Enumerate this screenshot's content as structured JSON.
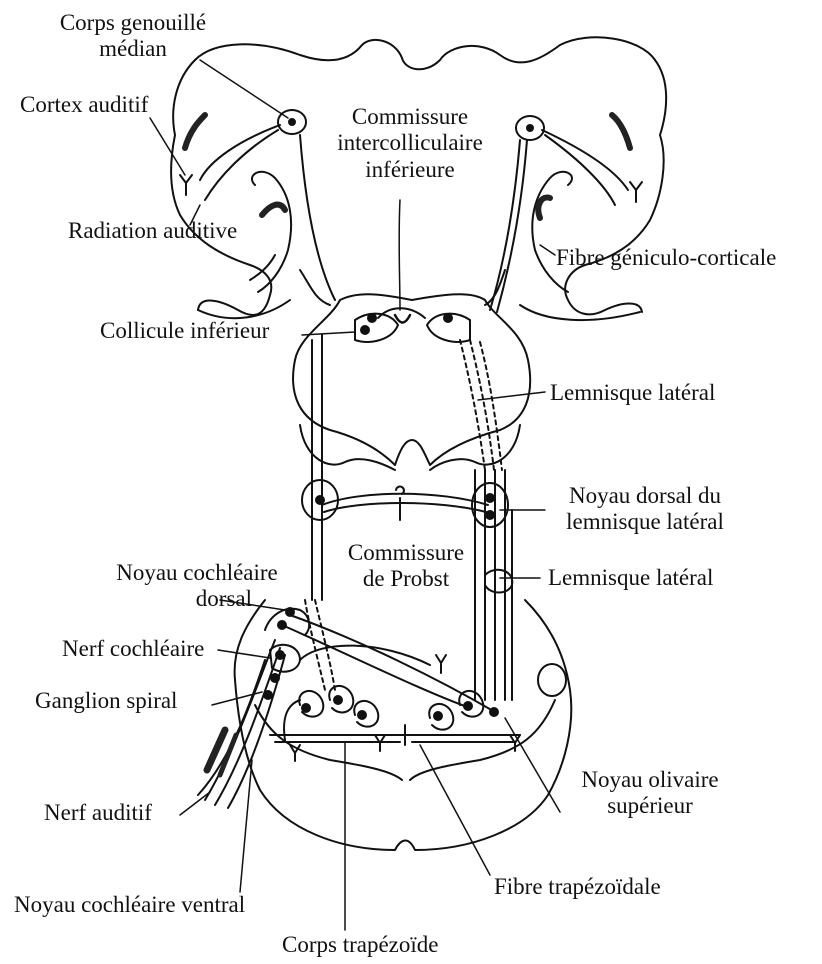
{
  "labels": {
    "corps_genouille_line1": "Corps genouillé",
    "corps_genouille_line2": "médian",
    "cortex_auditif": "Cortex auditif",
    "commissure_ic_line1": "Commissure",
    "commissure_ic_line2": "intercolliculaire",
    "commissure_ic_line3": "inférieure",
    "radiation_auditive": "Radiation auditive",
    "fibre_geniculo": "Fibre géniculo-corticale",
    "collicule_inferieur": "Collicule inférieur",
    "lemnisque_lateral_1": "Lemnisque latéral",
    "noyau_dorsal_line1": "Noyau dorsal du",
    "noyau_dorsal_line2": "lemnisque latéral",
    "commissure_probst_line1": "Commissure",
    "commissure_probst_line2": "de Probst",
    "lemnisque_lateral_2": "Lemnisque latéral",
    "noyau_cochleaire_dorsal_line1": "Noyau cochléaire",
    "noyau_cochleaire_dorsal_line2": "dorsal",
    "nerf_cochleaire": "Nerf cochléaire",
    "ganglion_spiral": "Ganglion spiral",
    "noyau_olivaire_line1": "Noyau olivaire",
    "noyau_olivaire_line2": "supérieur",
    "nerf_auditif": "Nerf auditif",
    "fibre_trapezoidale": "Fibre trapézoïdale",
    "noyau_cochleaire_ventral": "Noyau cochléaire ventral",
    "corps_trapezoide": "Corps trapézoïde"
  }
}
